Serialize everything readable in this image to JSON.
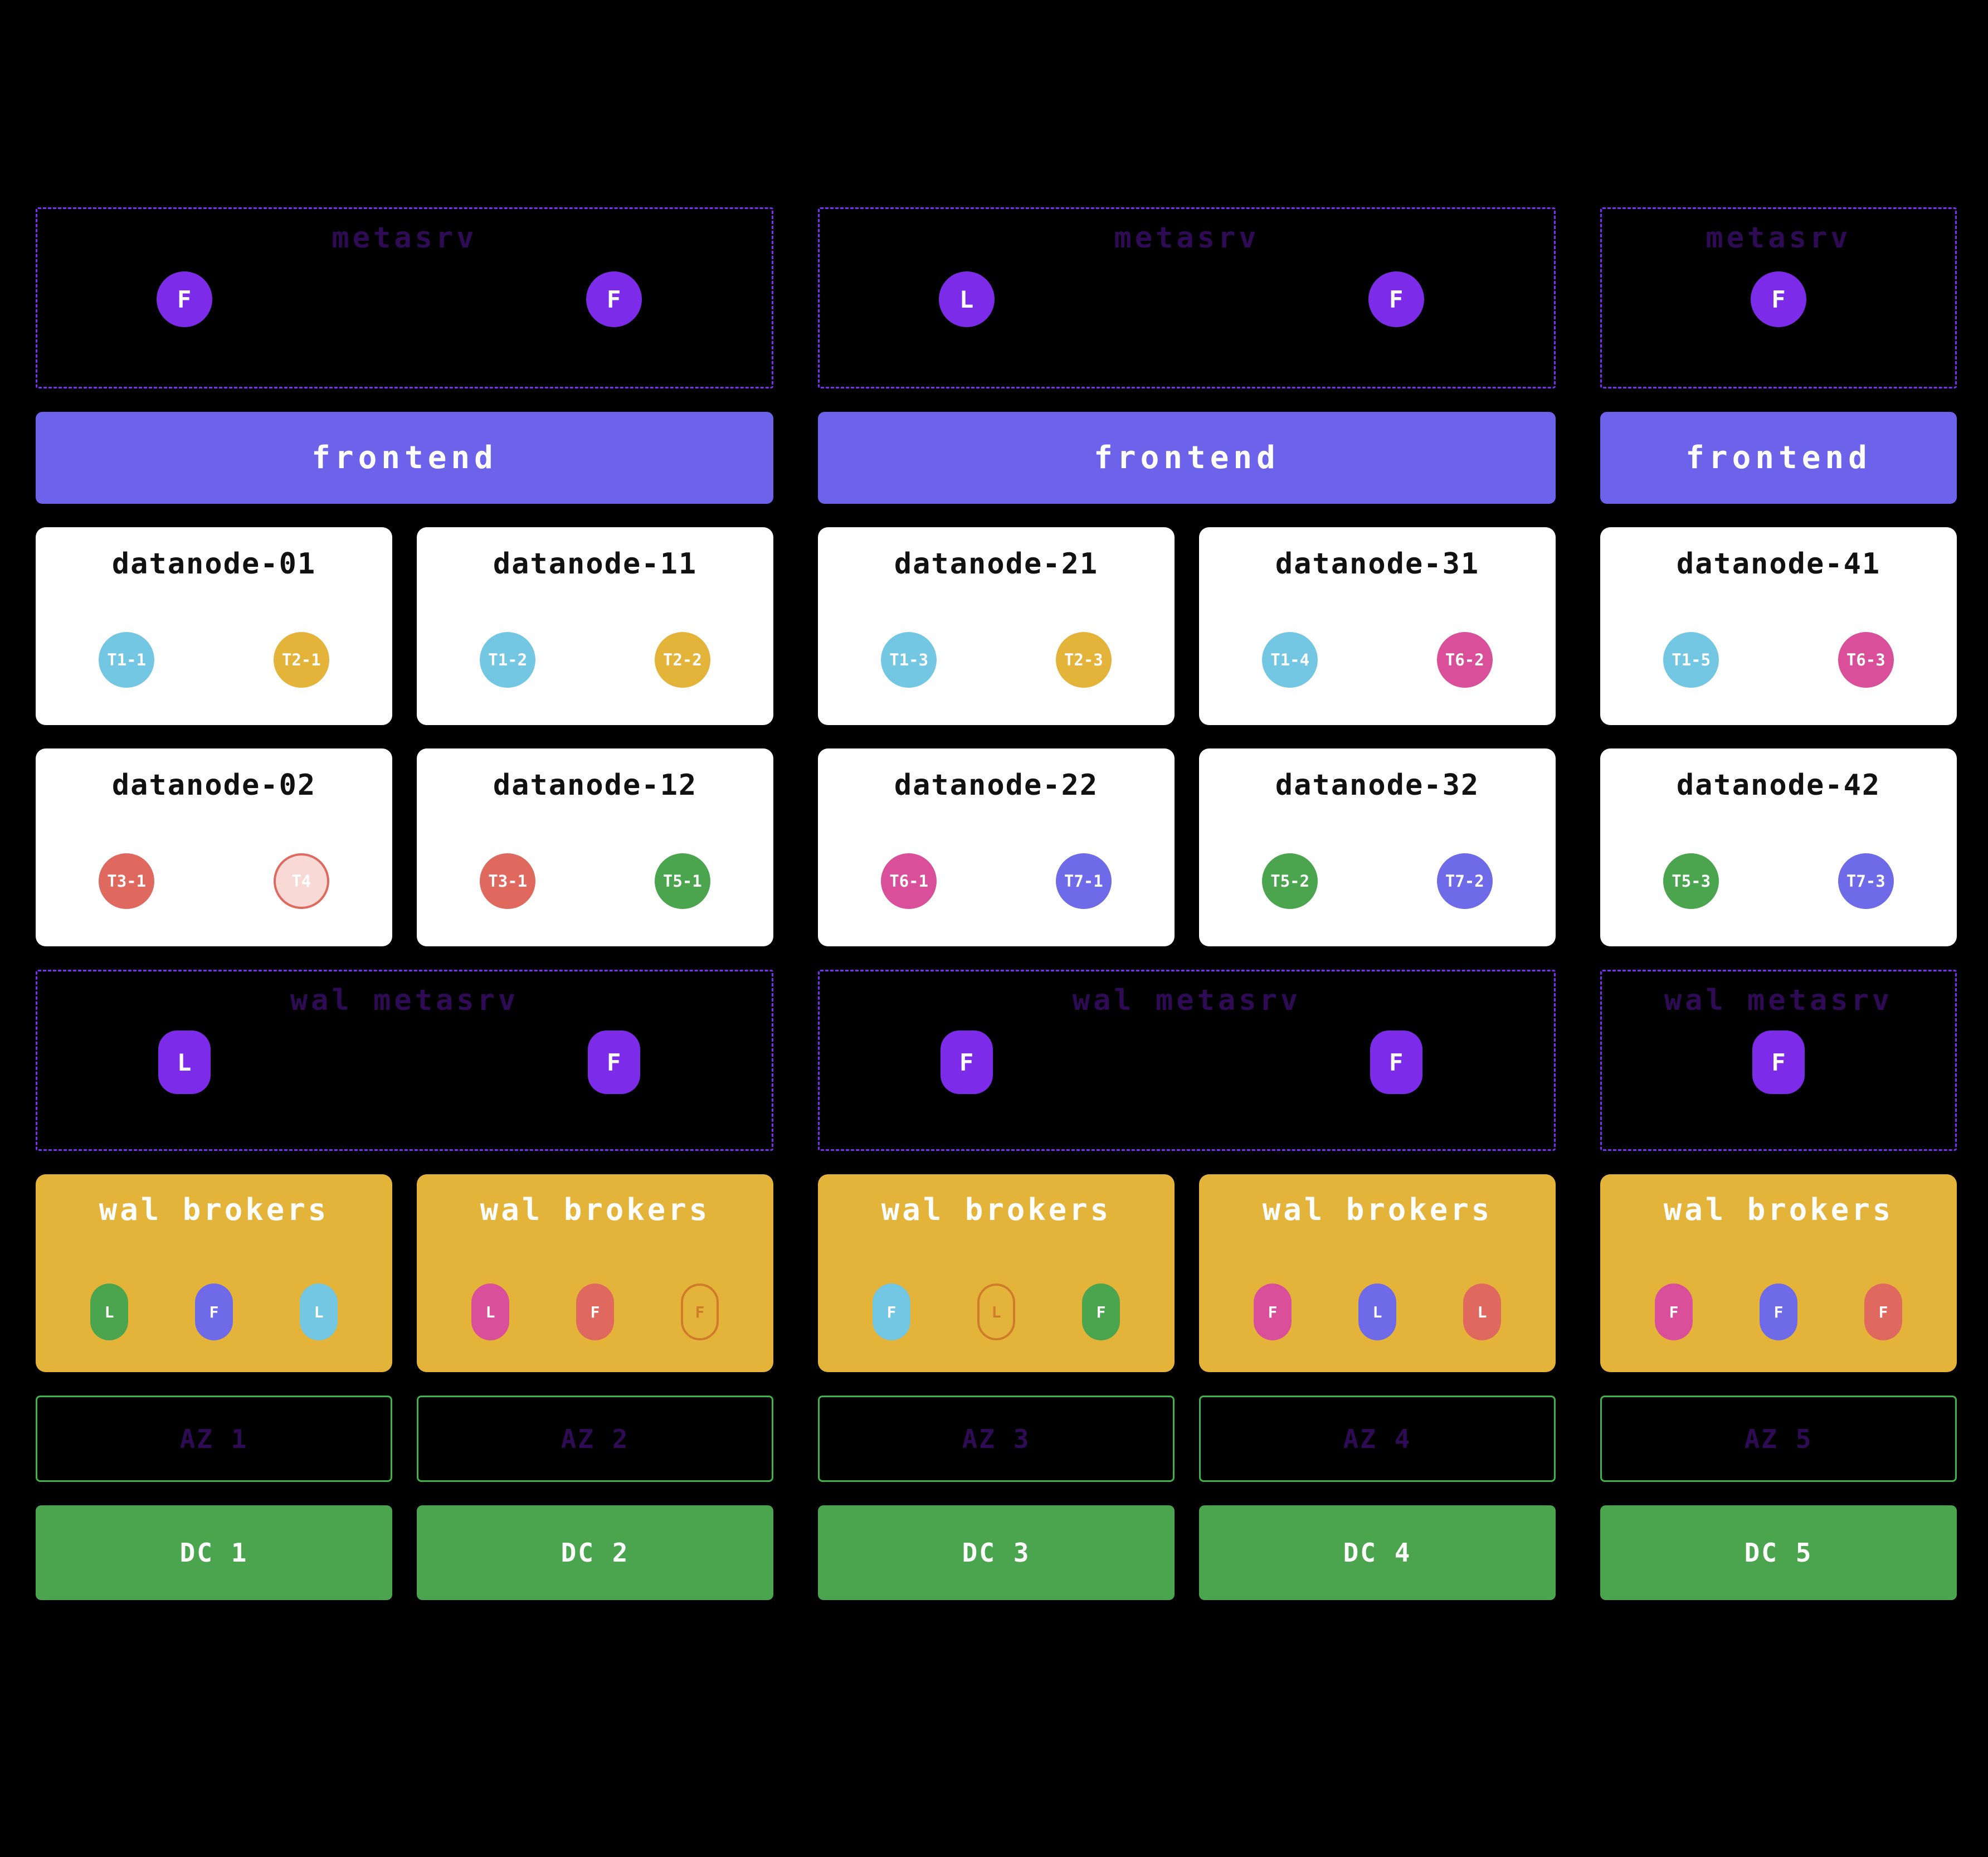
{
  "palette": {
    "background": "#000000",
    "purpleNode": "#7c2be8",
    "frontendBar": "#6c63ea",
    "dashedBorder": "#7b2ff2",
    "dimPurpleLabel": "#2e0b54",
    "cardBg": "#ffffff",
    "cardText": "#111111",
    "cyan": "#74c7e2",
    "gold": "#e4b33a",
    "pink": "#d94f9a",
    "salmon": "#df695e",
    "green": "#4aa54e",
    "indigo": "#6e6ae8",
    "ghostPink": "#f8d9d6",
    "goldOutline": "#cf7c2a",
    "brokerBg": "#e4b33a",
    "azBorder": "#3fb24a",
    "dcBg": "#4aa54e"
  },
  "metasrv_groups": [
    {
      "label": "metasrv",
      "nodes": [
        {
          "letter": "F"
        },
        {
          "letter": "F"
        }
      ]
    },
    {
      "label": "metasrv",
      "nodes": [
        {
          "letter": "L"
        },
        {
          "letter": "F"
        }
      ]
    },
    {
      "label": "metasrv",
      "nodes": [
        {
          "letter": "F"
        }
      ]
    }
  ],
  "frontend_groups": [
    {
      "label": "frontend"
    },
    {
      "label": "frontend"
    },
    {
      "label": "frontend"
    }
  ],
  "datanode_rows": [
    [
      {
        "title": "datanode-01",
        "replicas": [
          {
            "label": "T1-1",
            "color": "cyan",
            "variant": "solid"
          },
          {
            "label": "T2-1",
            "color": "gold",
            "variant": "solid"
          }
        ]
      },
      {
        "title": "datanode-11",
        "replicas": [
          {
            "label": "T1-2",
            "color": "cyan",
            "variant": "solid"
          },
          {
            "label": "T2-2",
            "color": "gold",
            "variant": "solid"
          }
        ]
      },
      {
        "title": "datanode-21",
        "replicas": [
          {
            "label": "T1-3",
            "color": "cyan",
            "variant": "solid"
          },
          {
            "label": "T2-3",
            "color": "gold",
            "variant": "solid"
          }
        ]
      },
      {
        "title": "datanode-31",
        "replicas": [
          {
            "label": "T1-4",
            "color": "cyan",
            "variant": "solid"
          },
          {
            "label": "T6-2",
            "color": "pink",
            "variant": "solid"
          }
        ]
      },
      {
        "title": "datanode-41",
        "replicas": [
          {
            "label": "T1-5",
            "color": "cyan",
            "variant": "solid"
          },
          {
            "label": "T6-3",
            "color": "pink",
            "variant": "solid"
          }
        ]
      }
    ],
    [
      {
        "title": "datanode-02",
        "replicas": [
          {
            "label": "T3-1",
            "color": "salmon",
            "variant": "solid"
          },
          {
            "label": "T4",
            "color": "ghostPink",
            "variant": "ghost"
          }
        ]
      },
      {
        "title": "datanode-12",
        "replicas": [
          {
            "label": "T3-1",
            "color": "salmon",
            "variant": "solid"
          },
          {
            "label": "T5-1",
            "color": "green",
            "variant": "solid"
          }
        ]
      },
      {
        "title": "datanode-22",
        "replicas": [
          {
            "label": "T6-1",
            "color": "pink",
            "variant": "solid"
          },
          {
            "label": "T7-1",
            "color": "indigo",
            "variant": "solid"
          }
        ]
      },
      {
        "title": "datanode-32",
        "replicas": [
          {
            "label": "T5-2",
            "color": "green",
            "variant": "solid"
          },
          {
            "label": "T7-2",
            "color": "indigo",
            "variant": "solid"
          }
        ]
      },
      {
        "title": "datanode-42",
        "replicas": [
          {
            "label": "T5-3",
            "color": "green",
            "variant": "solid"
          },
          {
            "label": "T7-3",
            "color": "indigo",
            "variant": "solid"
          }
        ]
      }
    ]
  ],
  "wal_metasrv_groups": [
    {
      "label": "wal metasrv",
      "nodes": [
        {
          "letter": "L"
        },
        {
          "letter": "F"
        }
      ]
    },
    {
      "label": "wal metasrv",
      "nodes": [
        {
          "letter": "F"
        },
        {
          "letter": "F"
        }
      ]
    },
    {
      "label": "wal metasrv",
      "nodes": [
        {
          "letter": "F"
        }
      ]
    }
  ],
  "wal_broker_groups": [
    {
      "title": "wal brokers",
      "pills": [
        {
          "letter": "L",
          "color": "green",
          "variant": "solid"
        },
        {
          "letter": "F",
          "color": "indigo",
          "variant": "solid"
        },
        {
          "letter": "L",
          "color": "cyan",
          "variant": "solid"
        }
      ]
    },
    {
      "title": "wal brokers",
      "pills": [
        {
          "letter": "L",
          "color": "pink",
          "variant": "solid"
        },
        {
          "letter": "F",
          "color": "salmon",
          "variant": "solid"
        },
        {
          "letter": "F",
          "color": "gold",
          "variant": "outlined"
        }
      ]
    },
    {
      "title": "wal brokers",
      "pills": [
        {
          "letter": "F",
          "color": "cyan",
          "variant": "solid"
        },
        {
          "letter": "L",
          "color": "gold",
          "variant": "outlined"
        },
        {
          "letter": "F",
          "color": "green",
          "variant": "solid"
        }
      ]
    },
    {
      "title": "wal brokers",
      "pills": [
        {
          "letter": "F",
          "color": "pink",
          "variant": "solid"
        },
        {
          "letter": "L",
          "color": "indigo",
          "variant": "solid"
        },
        {
          "letter": "L",
          "color": "salmon",
          "variant": "solid"
        }
      ]
    },
    {
      "title": "wal brokers",
      "pills": [
        {
          "letter": "F",
          "color": "pink",
          "variant": "solid"
        },
        {
          "letter": "F",
          "color": "indigo",
          "variant": "solid"
        },
        {
          "letter": "F",
          "color": "salmon",
          "variant": "solid"
        }
      ]
    }
  ],
  "az_labels": [
    "AZ 1",
    "AZ 2",
    "AZ 3",
    "AZ 4",
    "AZ 5"
  ],
  "dc_labels": [
    "DC 1",
    "DC 2",
    "DC 3",
    "DC 4",
    "DC 5"
  ]
}
